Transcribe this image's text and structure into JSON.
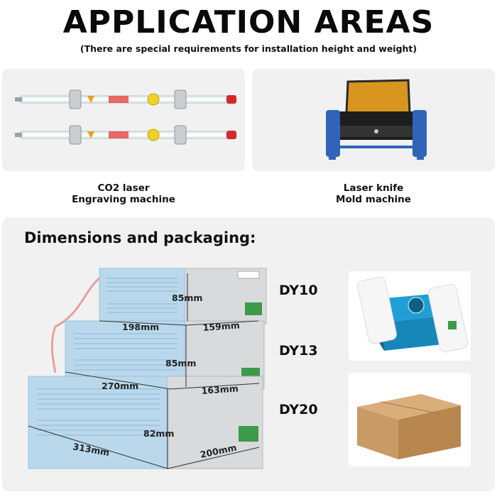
{
  "header": {
    "title": "APPLICATION AREAS",
    "subtitle": "(There are special requirements for installation height and weight)"
  },
  "applications": [
    {
      "line1": "CO2 laser",
      "line2": "Engraving machine"
    },
    {
      "line1": "Laser knife",
      "line2": "Mold machine"
    }
  ],
  "dimensions": {
    "title": "Dimensions and packaging:",
    "models": [
      {
        "name": "DY10",
        "width": "198mm",
        "height": "85mm",
        "depth": "159mm"
      },
      {
        "name": "DY13",
        "width": "270mm",
        "height": "85mm",
        "depth": "163mm"
      },
      {
        "name": "DY20",
        "width": "313mm",
        "height": "82mm",
        "depth": "200mm"
      }
    ]
  },
  "colors": {
    "card_bg": "#f1f1f1",
    "supply_blue": "#b9d8ec",
    "supply_gray": "#d9dadb",
    "cardboard": "#c79a66",
    "foam": "#f6f6f6",
    "laser_red": "#d62828",
    "machine_blue": "#2f64b8",
    "lid_orange": "#d9961f"
  }
}
